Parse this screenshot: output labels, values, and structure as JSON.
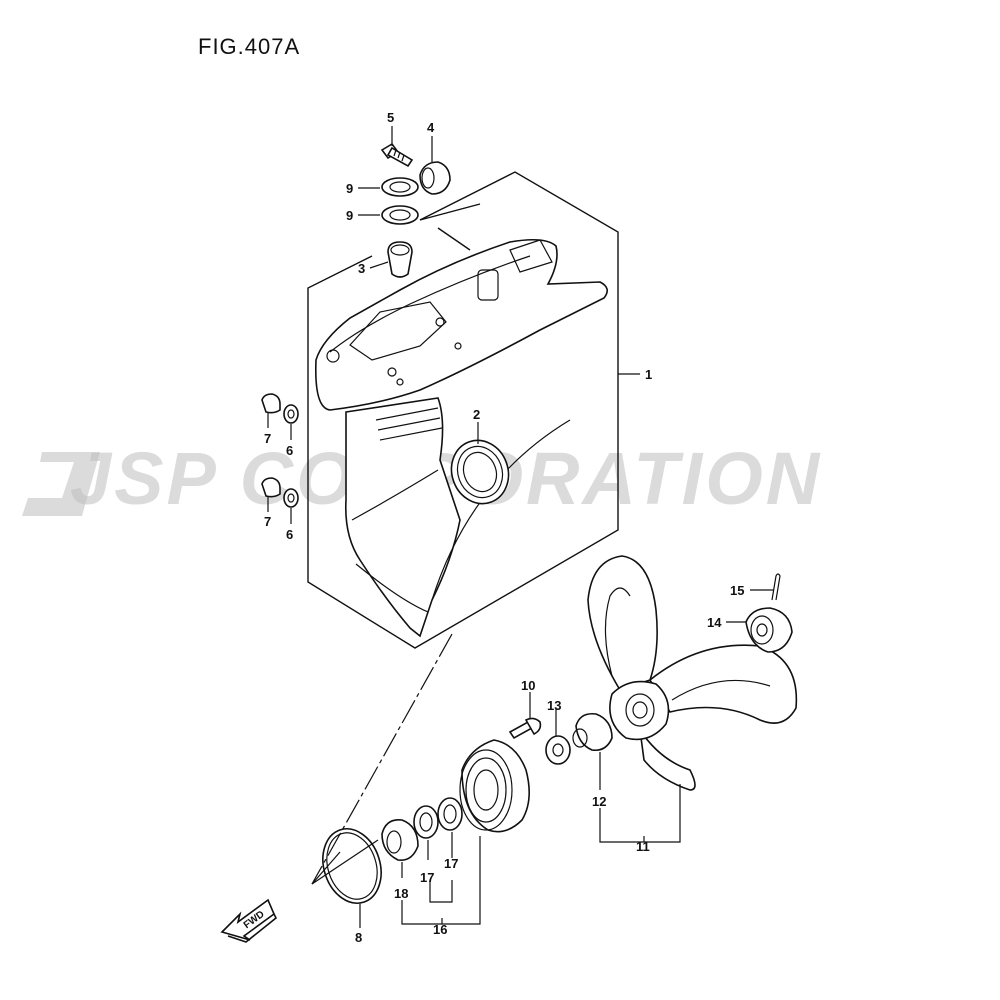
{
  "figure": {
    "title": "FIG.407A"
  },
  "watermark": {
    "text": "JSP CORPORATION"
  },
  "direction_arrow": {
    "label": "FWD"
  },
  "callouts": [
    {
      "key": "c1",
      "text": "1"
    },
    {
      "key": "c2",
      "text": "2"
    },
    {
      "key": "c3",
      "text": "3"
    },
    {
      "key": "c4",
      "text": "4"
    },
    {
      "key": "c5",
      "text": "5"
    },
    {
      "key": "c6a",
      "text": "6"
    },
    {
      "key": "c6b",
      "text": "6"
    },
    {
      "key": "c7a",
      "text": "7"
    },
    {
      "key": "c7b",
      "text": "7"
    },
    {
      "key": "c8",
      "text": "8"
    },
    {
      "key": "c9a",
      "text": "9"
    },
    {
      "key": "c9b",
      "text": "9"
    },
    {
      "key": "c10",
      "text": "10"
    },
    {
      "key": "c11",
      "text": "11"
    },
    {
      "key": "c12",
      "text": "12"
    },
    {
      "key": "c13",
      "text": "13"
    },
    {
      "key": "c14",
      "text": "14"
    },
    {
      "key": "c15",
      "text": "15"
    },
    {
      "key": "c16",
      "text": "16"
    },
    {
      "key": "c17a",
      "text": "17"
    },
    {
      "key": "c17b",
      "text": "17"
    },
    {
      "key": "c18",
      "text": "18"
    }
  ]
}
